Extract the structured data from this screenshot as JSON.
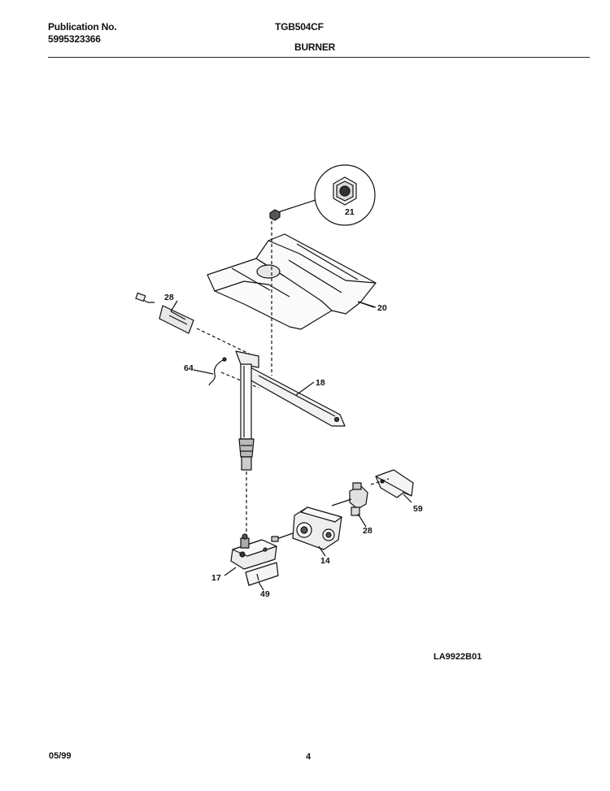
{
  "header": {
    "publication_label": "Publication No.",
    "publication_number": "5995323366",
    "model": "TGB504CF",
    "section_title": "BURNER"
  },
  "diagram": {
    "callouts": {
      "nut": "21",
      "baffle": "20",
      "igniter": "28",
      "wire_clip": "64",
      "burner_bracket": "18",
      "pilot_fitting": "28",
      "mount_bracket": "59",
      "valve": "14",
      "pilot_assembly": "17",
      "pilot_bracket": "49"
    },
    "drawing_code": "LA9922B01"
  },
  "footer": {
    "date": "05/99",
    "page": "4"
  }
}
